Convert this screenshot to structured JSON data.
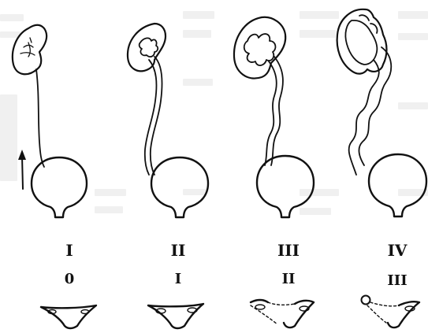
{
  "figure": {
    "stages": [
      {
        "id": "I",
        "grade": "I",
        "severity": "0",
        "trigone": "normal"
      },
      {
        "id": "II",
        "grade": "II",
        "severity": "I",
        "trigone": "normal"
      },
      {
        "id": "III",
        "grade": "III",
        "severity": "II",
        "trigone": "dashed"
      },
      {
        "id": "IV",
        "grade": "IV",
        "severity": "III",
        "trigone": "open-orifice"
      }
    ],
    "arrow_icon": "up-arrow-icon"
  }
}
